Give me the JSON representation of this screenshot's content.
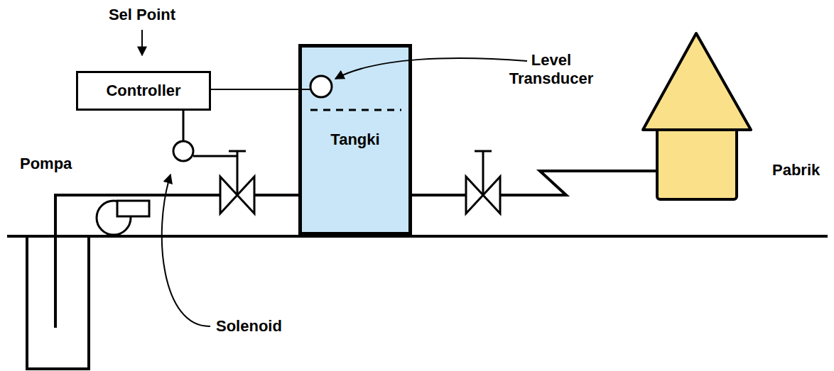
{
  "diagram": {
    "nodes": [
      {
        "text": [
          "Controller"
        ]
      },
      {
        "text": [
          "Tangki"
        ]
      },
      {
        "text": [
          "Pabrik"
        ]
      }
    ],
    "edges": [
      {
        "from": 0,
        "to": 1,
        "arrow": "none"
      },
      {
        "from": 1,
        "to": 2,
        "arrow": "none"
      }
    ],
    "labels": [
      "Sel Point",
      "Level Transducer",
      "Pompa",
      "Solenoid"
    ]
  }
}
